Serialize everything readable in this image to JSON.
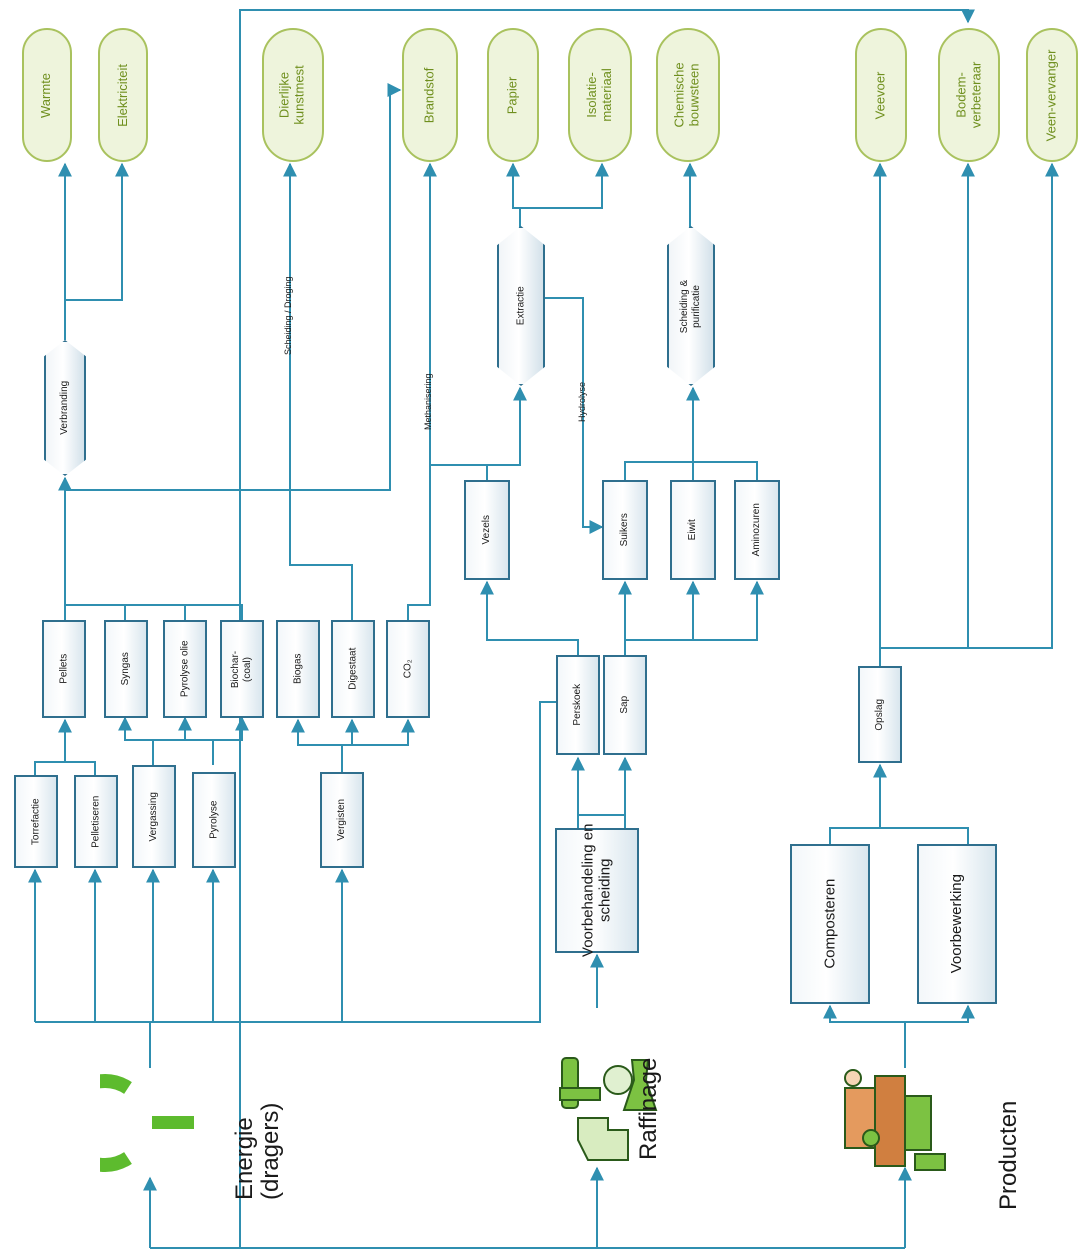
{
  "categories": {
    "energie": "Energie\n(dragers)",
    "raffinage": "Raffinage",
    "producten": "Producten"
  },
  "outputs": {
    "warmte": "Warmte",
    "elektriciteit": "Elektriciteit",
    "dierlijke_kunstmest": "Dierlijke\nkunstmest",
    "brandstof": "Brandstof",
    "papier": "Papier",
    "isolatiemateriaal": "Isolatie-\nmateriaal",
    "chemische_bouwsteen": "Chemische\nbouwsteen",
    "veevoer": "Veevoer",
    "bodemverbeteraar": "Bodem-\nverbeteraar",
    "veenvervanger": "Veen-vervanger"
  },
  "processes": {
    "torrefactie": "Torrefactie",
    "pelletiseren": "Pelletiseren",
    "vergassing": "Vergassing",
    "pyrolyse": "Pyrolyse",
    "vergisten": "Vergisten",
    "voorbehandeling": "Voorbehandeling en\nscheiding",
    "composteren": "Composteren",
    "voorbewerking": "Voorbewerking"
  },
  "intermediates": {
    "pellets": "Pellets",
    "syngas": "Syngas",
    "pyrolyse_olie": "Pyrolyse olie",
    "biochar": "Biochar-\n(coal)",
    "biogas": "Biogas",
    "digestaat": "Digestaat",
    "co2": "CO₂",
    "perskoek": "Perskoek",
    "sap": "Sap",
    "vezels": "Vezels",
    "suikers": "Suikers",
    "eiwit": "Eiwit",
    "aminozuren": "Aminozuren",
    "opslag": "Opslag"
  },
  "conversions": {
    "verbranding": "Verbranding",
    "extractie": "Extractie",
    "scheiding_purificatie": "Scheiding &\npurificatie"
  },
  "edge_labels": {
    "scheiding_droging": "Scheiding / Droging",
    "methanisering": "Methanisering",
    "hydrolyse": "Hydrolyse"
  },
  "icons": [
    "power-icon",
    "laboratory-icon",
    "factory-worker-icon"
  ],
  "colors": {
    "line": "#2f8fb0",
    "process_border": "#2f6f8e",
    "output_fill": "#eef4dc",
    "output_text": "#6f8f1e",
    "brand_green": "#5dbb2e"
  }
}
